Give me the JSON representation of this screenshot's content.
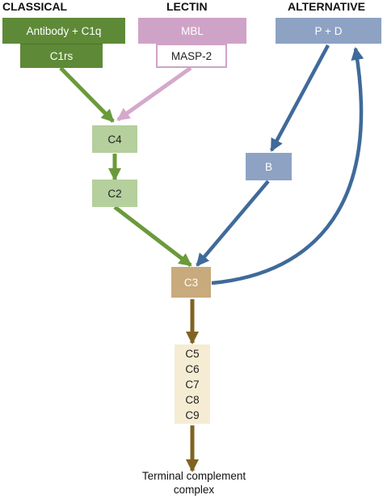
{
  "headers": {
    "classical": "CLASSICAL",
    "lectin": "LECTIN",
    "alternative": "ALTERNATIVE"
  },
  "nodes": {
    "antibody_c1q": "Antibody + C1q",
    "c1rs": "C1rs",
    "mbl": "MBL",
    "masp2": "MASP-2",
    "pd": "P + D",
    "c4": "C4",
    "c2": "C2",
    "b": "B",
    "c3": "C3",
    "terminal": [
      "C5",
      "C6",
      "C7",
      "C8",
      "C9"
    ]
  },
  "caption": {
    "line1": "Terminal complement",
    "line2": "complex"
  },
  "colors": {
    "classical_dark": "#5e8a37",
    "classical_arrow": "#6a9a3a",
    "classical_light": "#b5cf9d",
    "lectin": "#cfa3c7",
    "lectin_arrow": "#d4a9cc",
    "alternative_box": "#8ea2c4",
    "alternative_arrow": "#3f6a9a",
    "c3": "#c8aa7c",
    "terminal_box": "#f5ecd3",
    "terminal_arrow": "#7f6322"
  }
}
